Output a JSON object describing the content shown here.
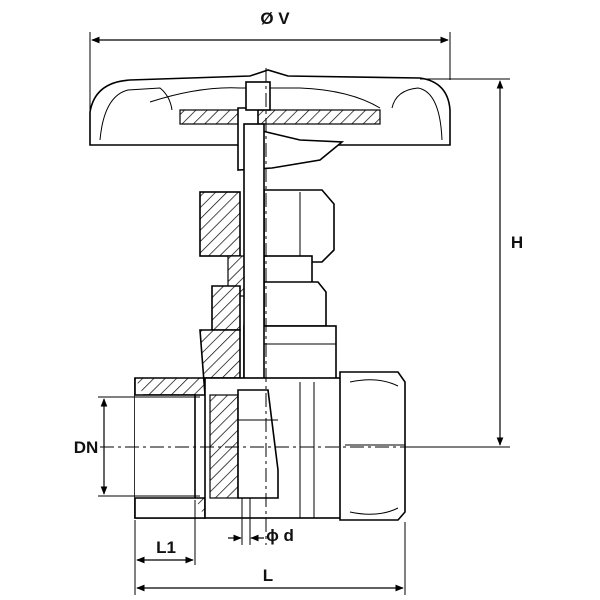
{
  "labels": {
    "handwheel_diameter": "Ø V",
    "height": "H",
    "nominal_diameter": "DN",
    "stem_diameter": "ϕ d",
    "thread_length": "L1",
    "length": "L"
  }
}
